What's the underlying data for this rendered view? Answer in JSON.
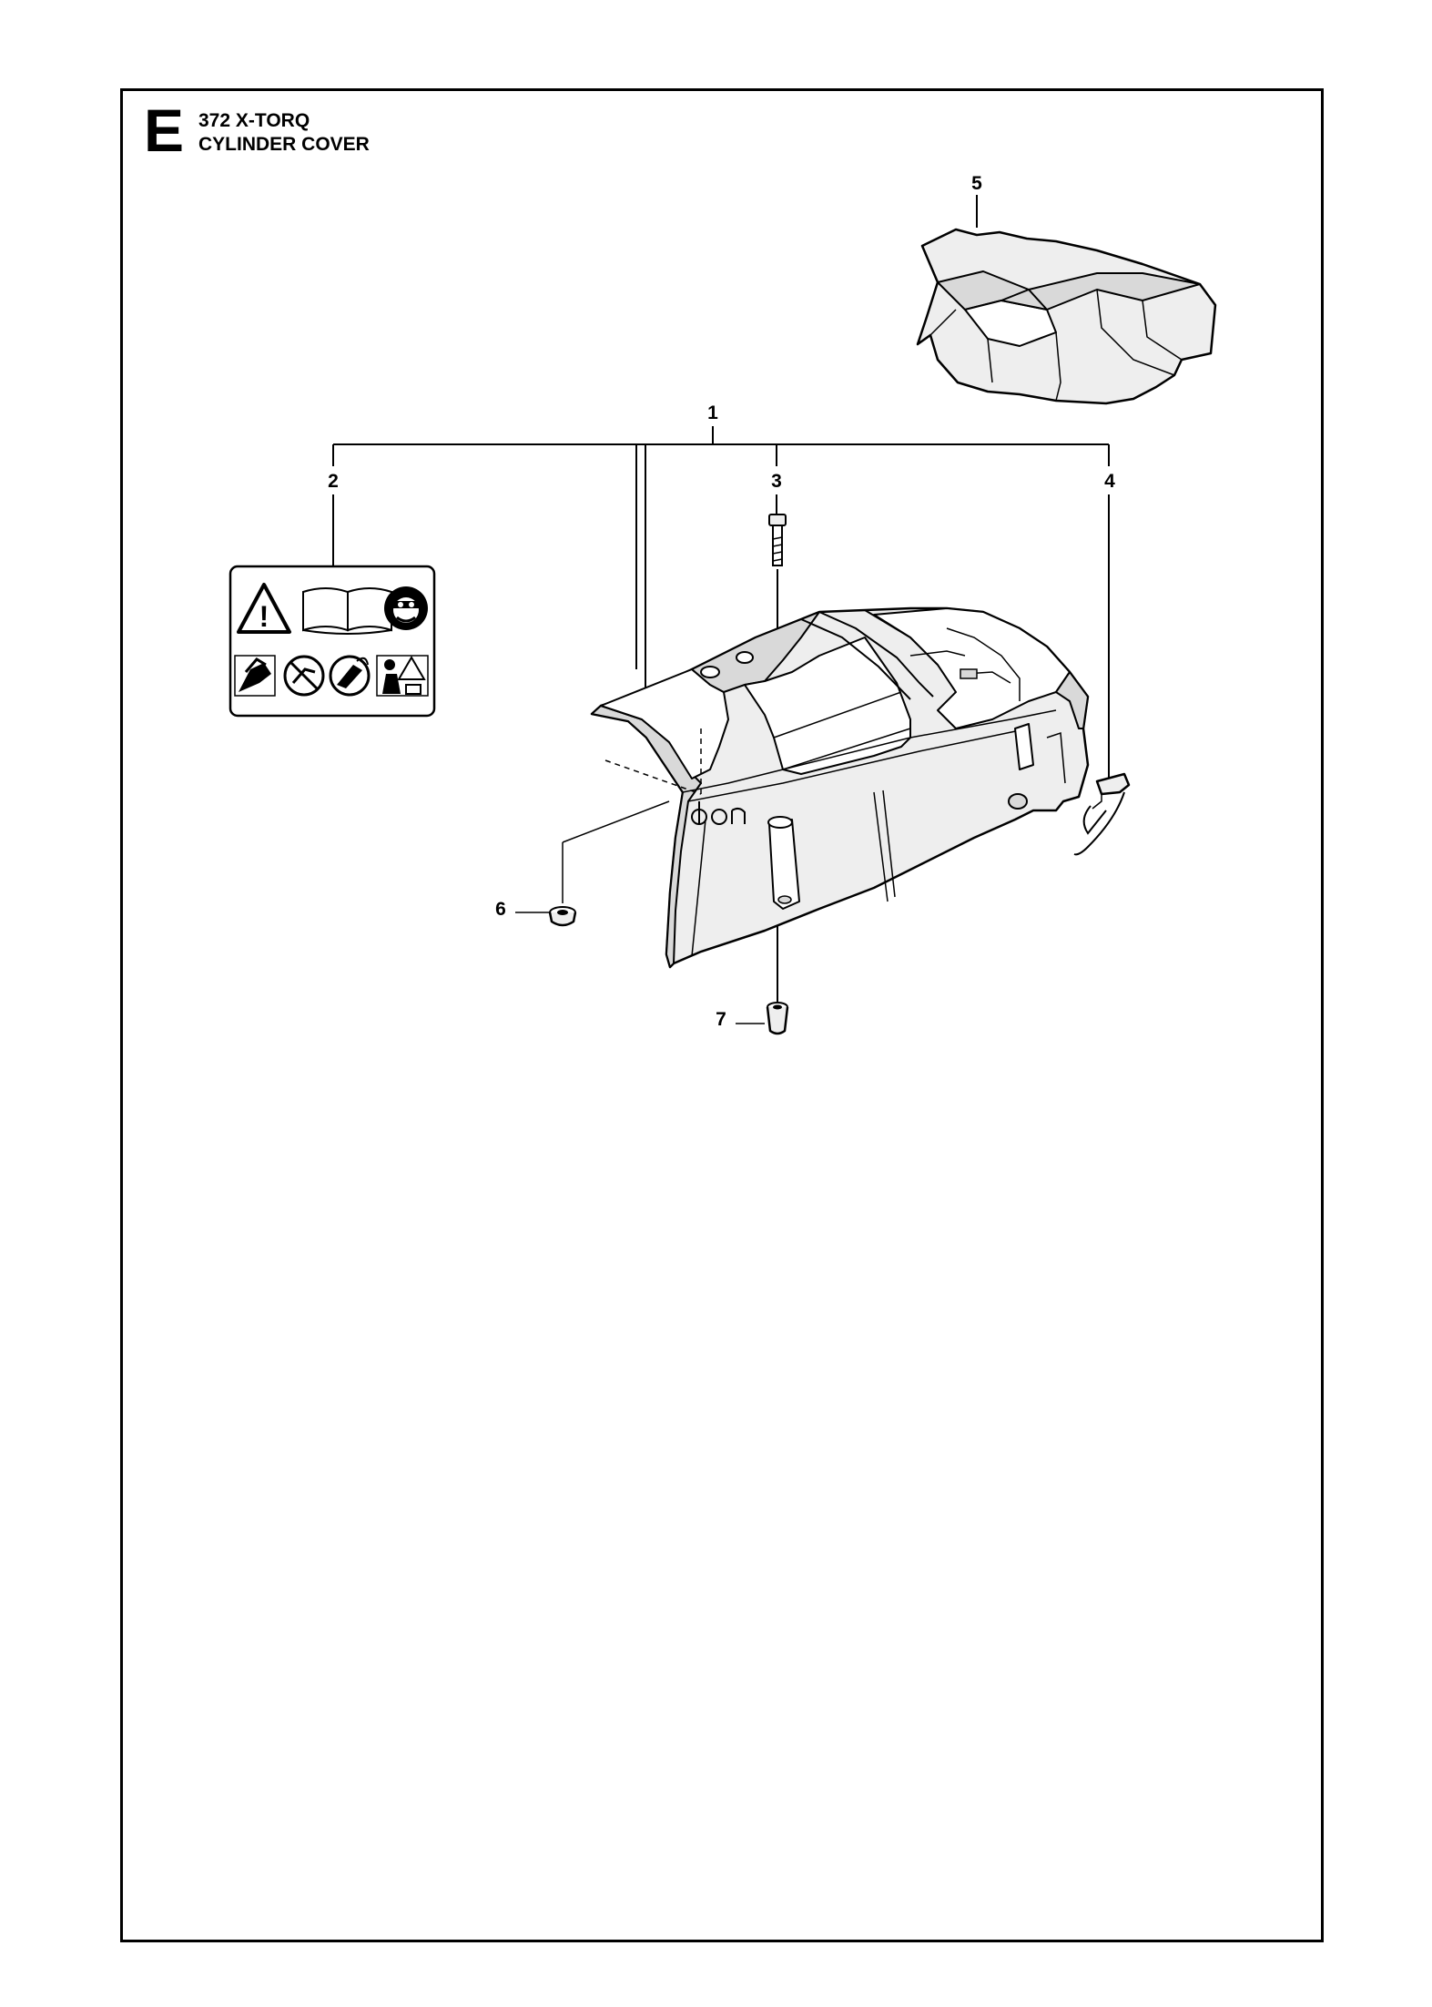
{
  "header": {
    "section_letter": "E",
    "model": "372 X-TORQ",
    "assembly": "CYLINDER COVER"
  },
  "callouts": {
    "c1": "1",
    "c2": "2",
    "c3": "3",
    "c4": "4",
    "c5": "5",
    "c6": "6",
    "c7": "7"
  },
  "decal": {
    "icons": [
      "warning-triangle-icon",
      "manual-book-icon",
      "protective-gear-icon",
      "two-hand-grip-icon",
      "no-one-hand-icon",
      "kickback-icon",
      "operator-warning-icon"
    ],
    "warning_mark": "!"
  },
  "colors": {
    "ink": "#000000",
    "paper": "#ffffff",
    "part_fill": "#eeeeee",
    "part_shade": "#d9d9d9"
  }
}
